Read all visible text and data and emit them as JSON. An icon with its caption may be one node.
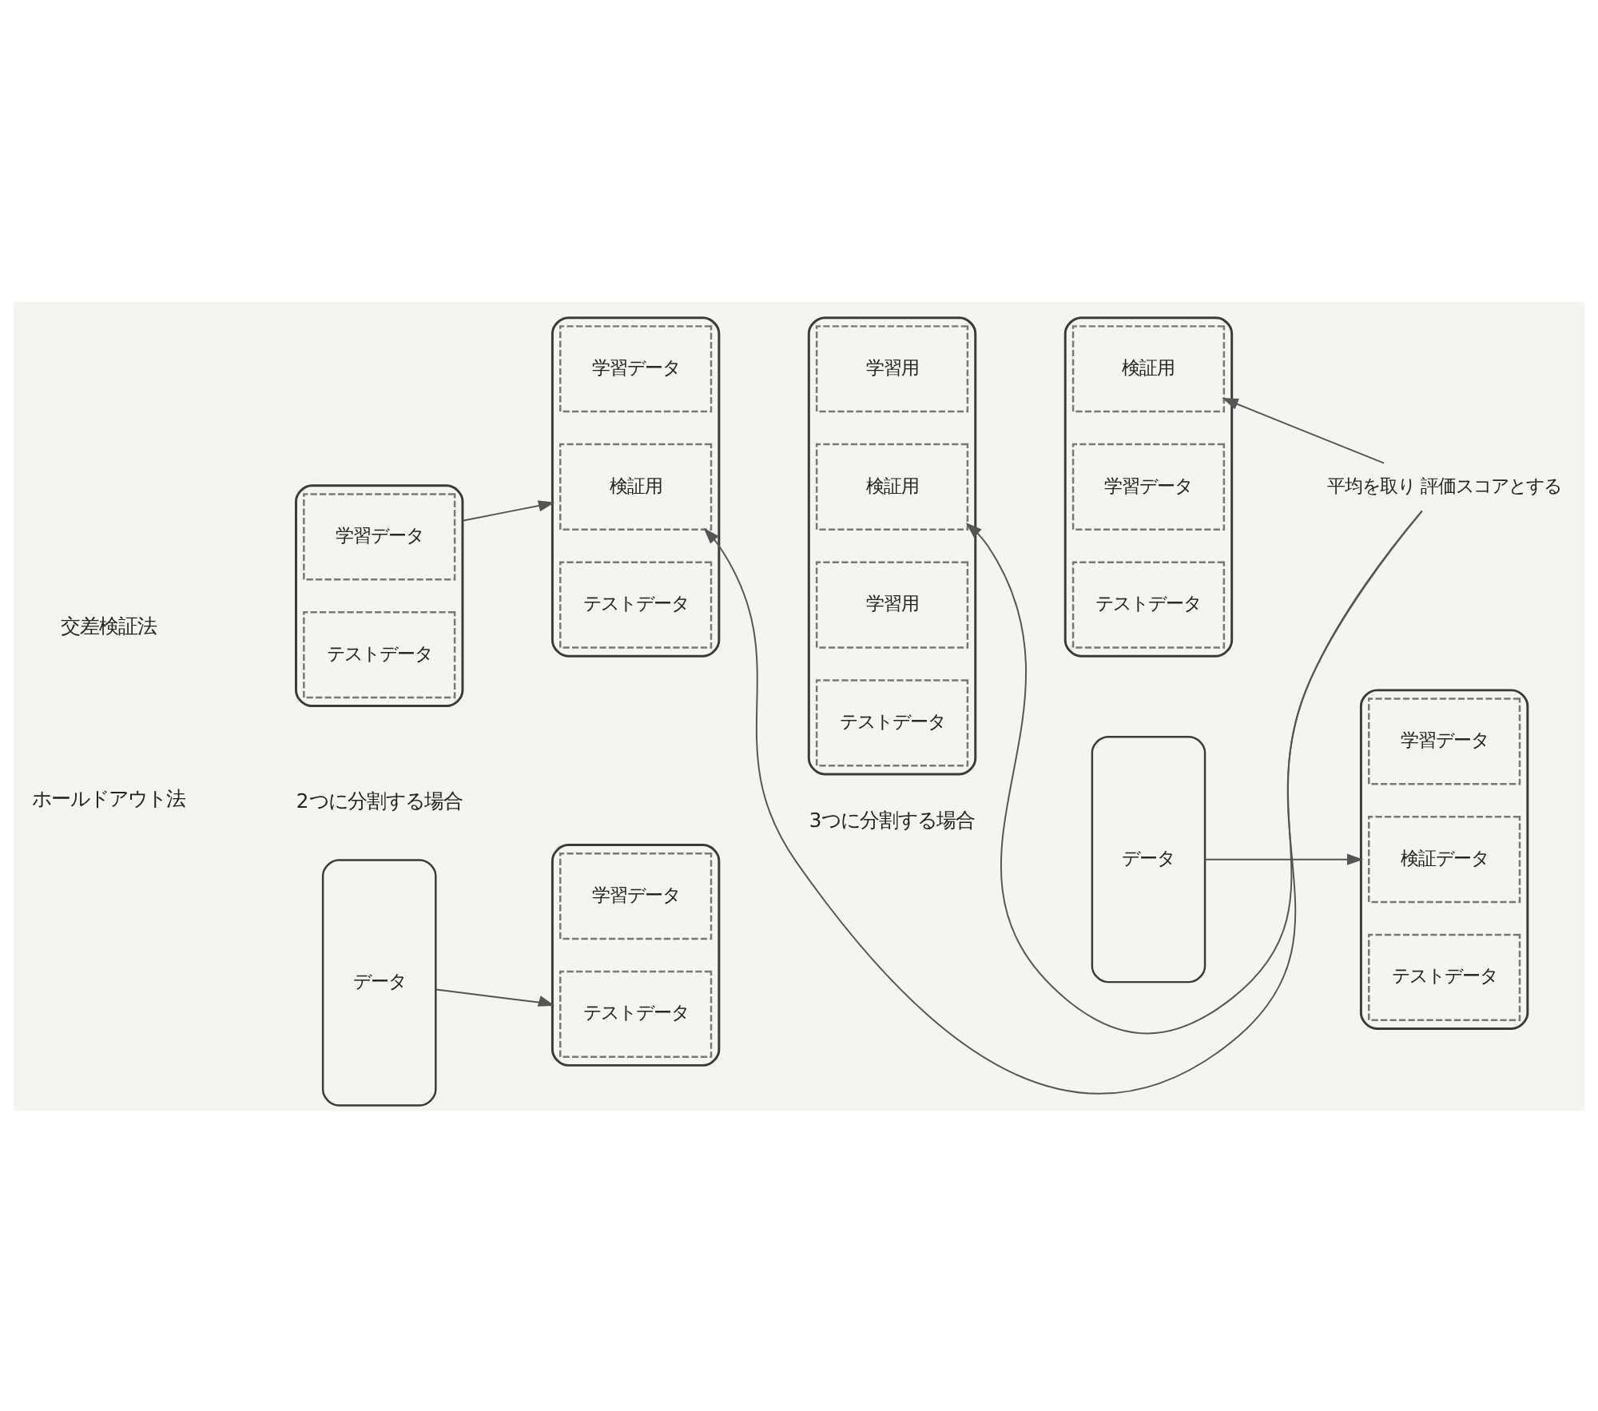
{
  "diagram": {
    "nodes": [
      {
        "text": [
          "データ"
        ]
      },
      {
        "text": [],
        "shape": "bar"
      },
      {
        "text": [
          "学習データ"
        ],
        "in": 1
      },
      {
        "text": [
          "テストデータ"
        ],
        "in": 1
      },
      {
        "text": [
          "データ"
        ]
      },
      {
        "text": [],
        "shape": "bar"
      },
      {
        "text": [
          "学習データ"
        ],
        "in": 5
      },
      {
        "text": [
          "検証データ"
        ],
        "in": 5
      },
      {
        "text": [
          "テストデータ"
        ],
        "in": 5
      },
      {
        "text": [],
        "shape": "bar"
      },
      {
        "text": [
          "学習データ"
        ],
        "in": 9
      },
      {
        "text": [
          "テストデータ"
        ],
        "in": 9
      },
      {
        "text": [],
        "shape": "bar"
      },
      {
        "text": [
          "学習データ"
        ],
        "in": 12
      },
      {
        "text": [
          "検証用"
        ],
        "in": 12
      },
      {
        "text": [
          "テストデータ"
        ],
        "in": 12
      },
      {
        "text": [],
        "shape": "bar"
      },
      {
        "text": [
          "学習用"
        ],
        "in": 16
      },
      {
        "text": [
          "検証用"
        ],
        "in": 16
      },
      {
        "text": [
          "学習用"
        ],
        "in": 16
      },
      {
        "text": [
          "テストデータ"
        ],
        "in": 16
      },
      {
        "text": [],
        "shape": "bar"
      },
      {
        "text": [
          "検証用"
        ],
        "in": 21
      },
      {
        "text": [
          "学習データ"
        ],
        "in": 21
      },
      {
        "text": [
          "テストデータ"
        ],
        "in": 21
      },
      {
        "text": [
          "平均を取り 評価スコアとする"
        ]
      }
    ],
    "edges": [
      {
        "from": 0,
        "to": 1,
        "arrow": "to"
      },
      {
        "from": 4,
        "to": 5,
        "arrow": "to"
      },
      {
        "from": 9,
        "to": 12,
        "arrow": "to"
      },
      {
        "from": 25,
        "to": 18,
        "arrow": "to"
      },
      {
        "from": 25,
        "to": 14,
        "arrow": "to"
      },
      {
        "from": 25,
        "to": 22,
        "arrow": "to"
      }
    ],
    "labels": [
      "ホールドアウト法",
      "2つに分割する場合",
      "3つに分割する場合",
      "交差検証法"
    ]
  }
}
